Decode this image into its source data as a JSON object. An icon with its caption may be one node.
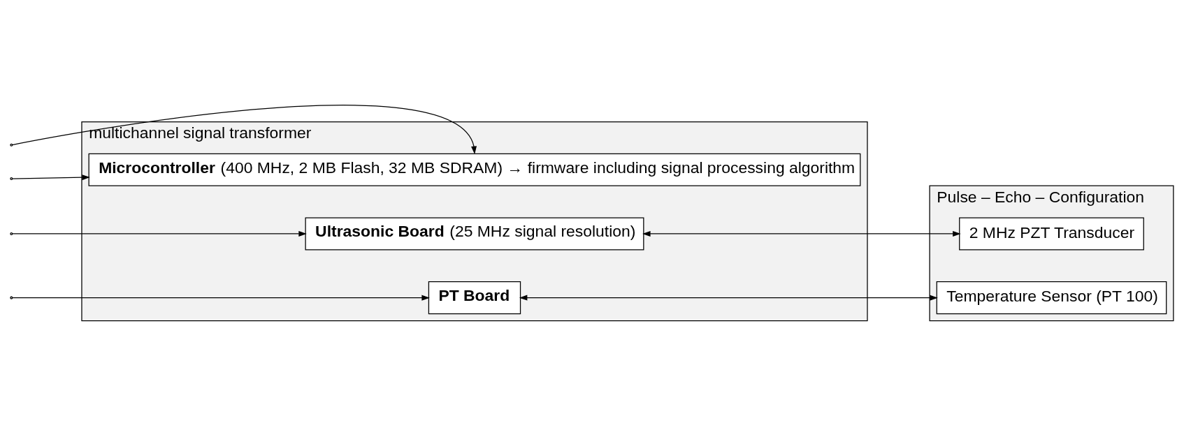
{
  "diagram": {
    "nodes": [
      {
        "text": [
          "multichannel signal transformer"
        ]
      },
      {
        "text": [
          "**Microcontroller** (400 MHz, 2 MB Flash, 32 MB SDRAM) → firmware including signal processing algorithm"
        ],
        "in": 0
      },
      {
        "text": [
          "**Ultrasonic Board** (25 MHz signal resolution)"
        ],
        "in": 0
      },
      {
        "text": [
          "**PT Board**"
        ],
        "in": 0
      },
      {
        "text": [
          "Pulse – Echo – Configuration"
        ]
      },
      {
        "text": [
          "2 MHz PZT Transducer"
        ],
        "in": 4
      },
      {
        "text": [
          "Temperature Sensor (PT 100)"
        ],
        "in": 4
      }
    ],
    "edges": [
      {
        "from": null,
        "to": 1,
        "arrow": "to"
      },
      {
        "from": null,
        "to": 1,
        "arrow": "to"
      },
      {
        "from": null,
        "to": 2,
        "arrow": "to"
      },
      {
        "from": null,
        "to": 3,
        "arrow": "to"
      },
      {
        "from": 2,
        "to": 5,
        "arrow": "both"
      },
      {
        "from": 3,
        "to": 6,
        "arrow": "both"
      }
    ]
  }
}
